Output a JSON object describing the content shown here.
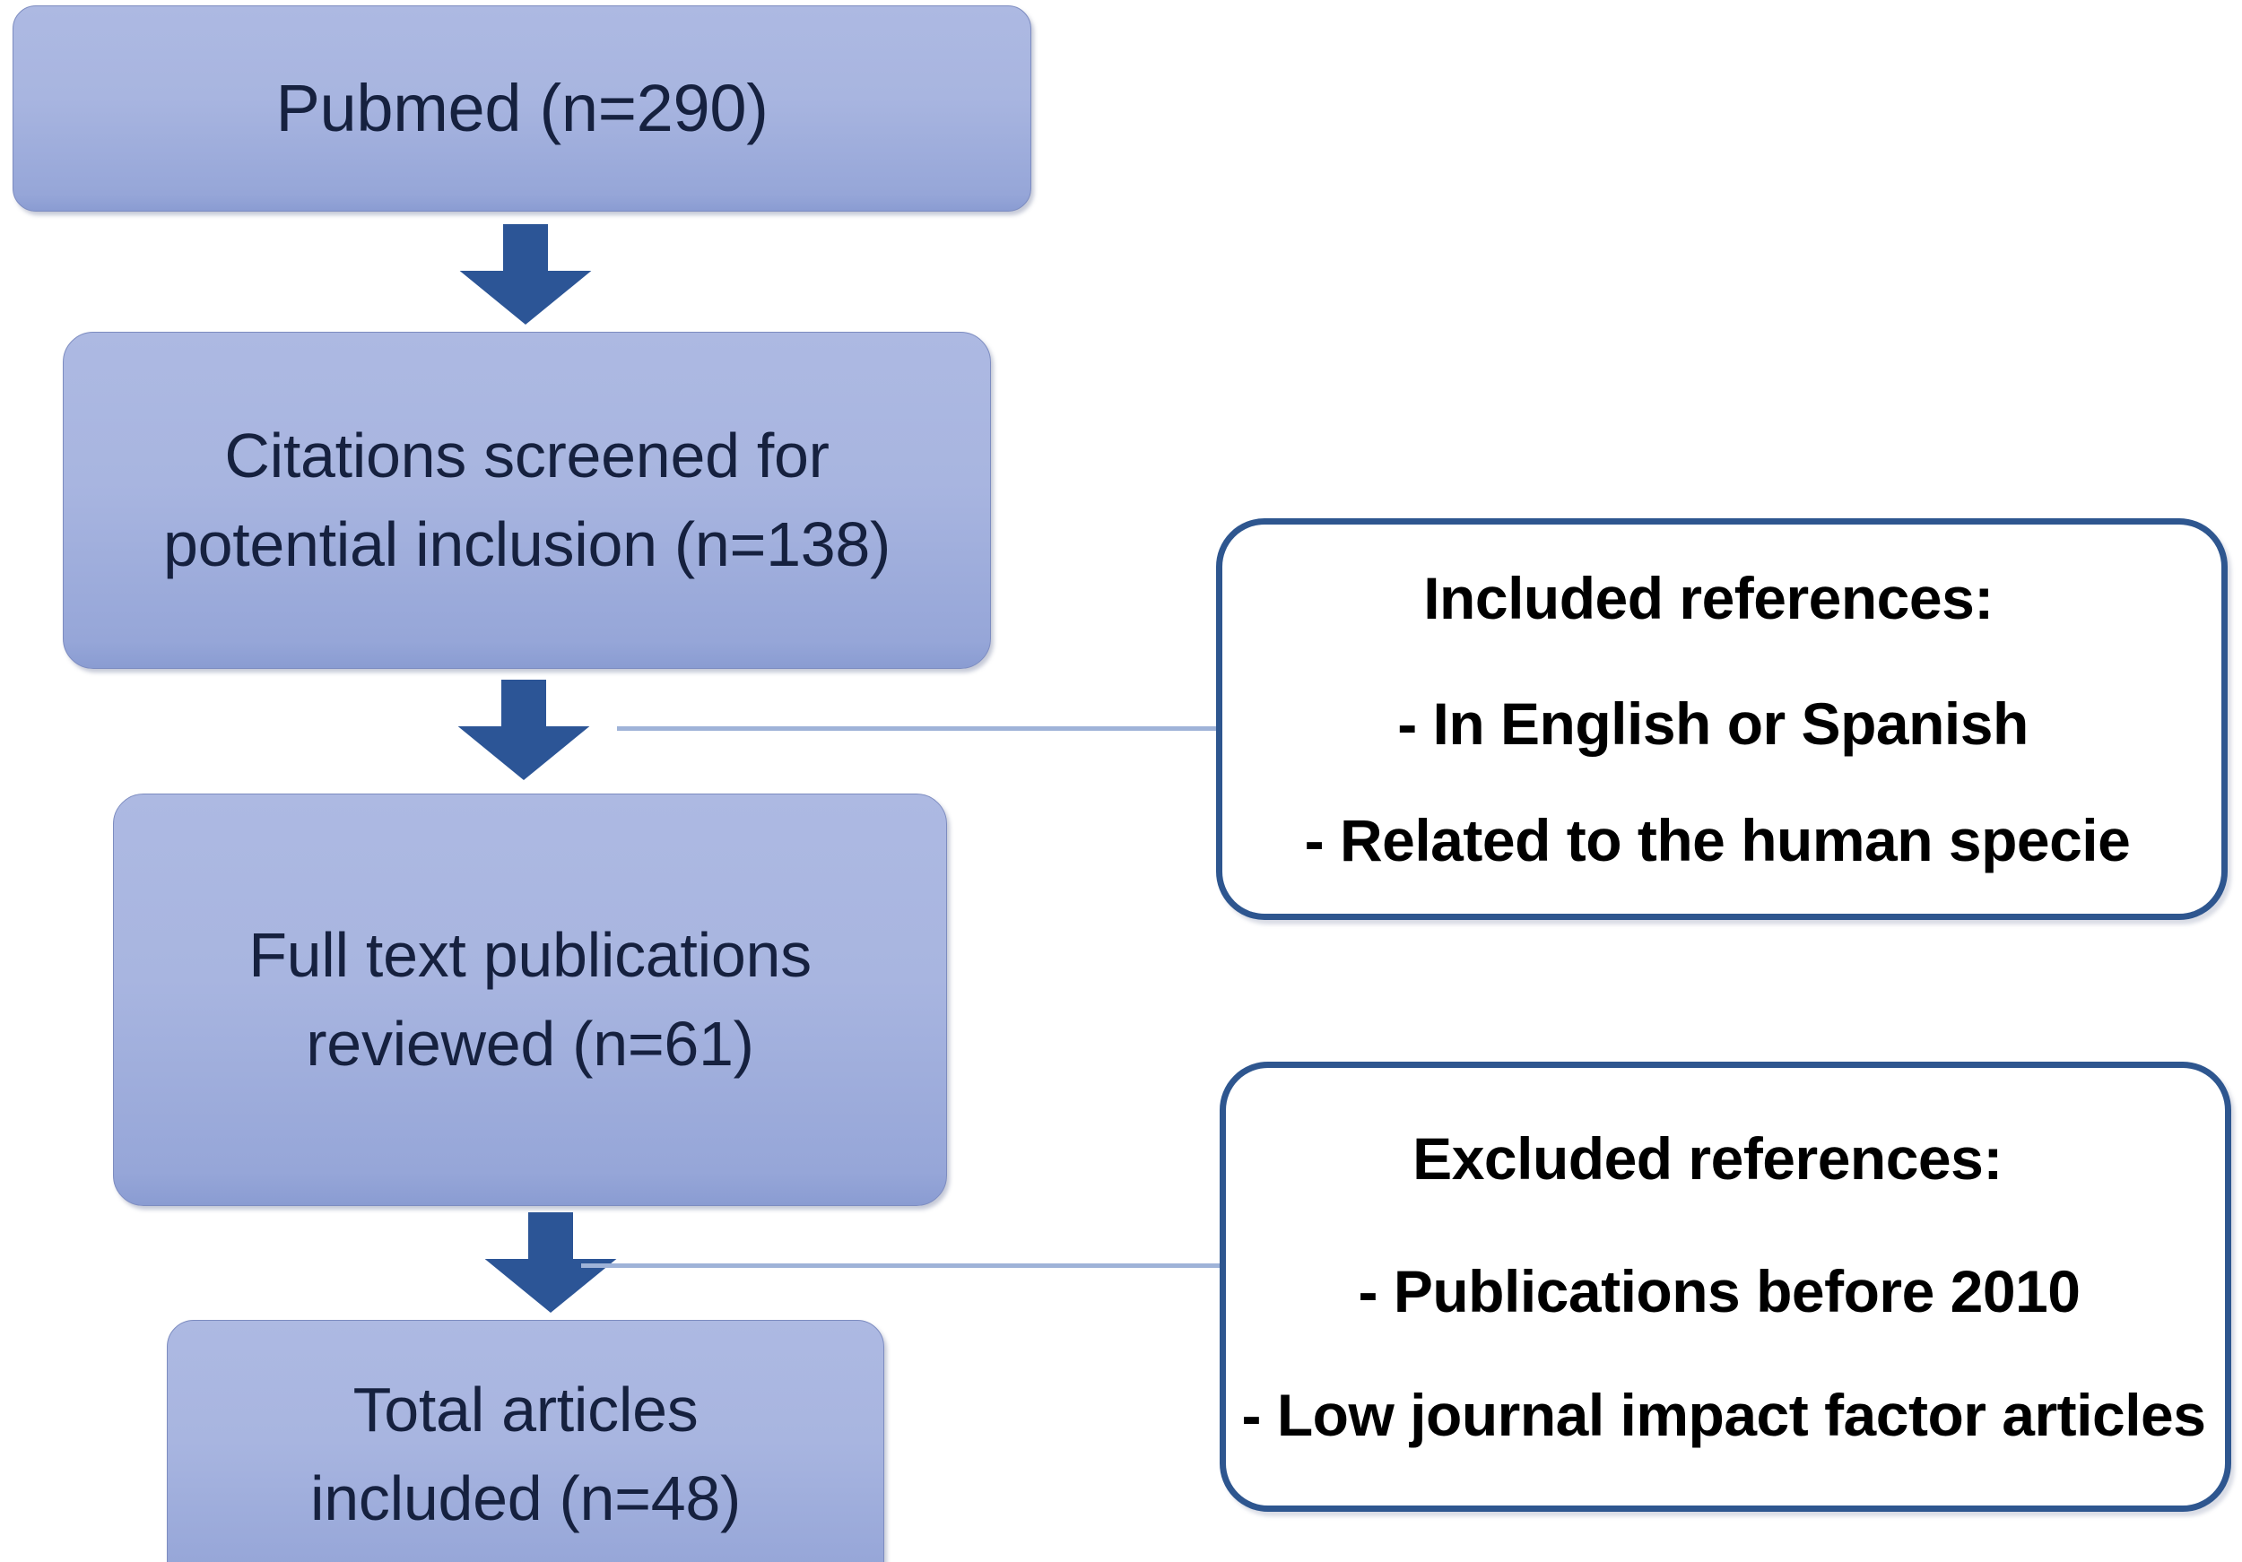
{
  "diagram": {
    "type": "prisma-flow-diagram",
    "accent_color": "#2c5596",
    "box_fill_color": "#a8b5e0",
    "note_border_color": "#2e568f",
    "connector_color": "#9fb3d8"
  },
  "flow": {
    "steps": [
      {
        "id": "pubmed",
        "label": "Pubmed (n=290)",
        "count": 290
      },
      {
        "id": "screened",
        "label": "Citations screened for\npotential inclusion (n=138)",
        "count": 138
      },
      {
        "id": "fulltext",
        "label": "Full text publications\nreviewed (n=61)",
        "count": 61
      },
      {
        "id": "total",
        "label": "Total articles\nincluded (n=48)",
        "count": 48
      }
    ],
    "arrows": [
      {
        "id": "arrow-1",
        "from": "pubmed",
        "to": "screened",
        "direction": "down"
      },
      {
        "id": "arrow-2",
        "from": "screened",
        "to": "fulltext",
        "direction": "down"
      },
      {
        "id": "arrow-3",
        "from": "fulltext",
        "to": "total",
        "direction": "down"
      }
    ]
  },
  "notes": {
    "included": {
      "title": "Included references:",
      "items": [
        "- In English or Spanish",
        "- Related to the human specie"
      ]
    },
    "excluded": {
      "title": "Excluded references:",
      "items": [
        "- Publications before 2010",
        "- Low journal impact factor articles"
      ]
    }
  },
  "connectors": [
    {
      "id": "connector-included",
      "from": "arrow-2",
      "to": "included"
    },
    {
      "id": "connector-excluded",
      "from": "arrow-3",
      "to": "excluded"
    }
  ]
}
